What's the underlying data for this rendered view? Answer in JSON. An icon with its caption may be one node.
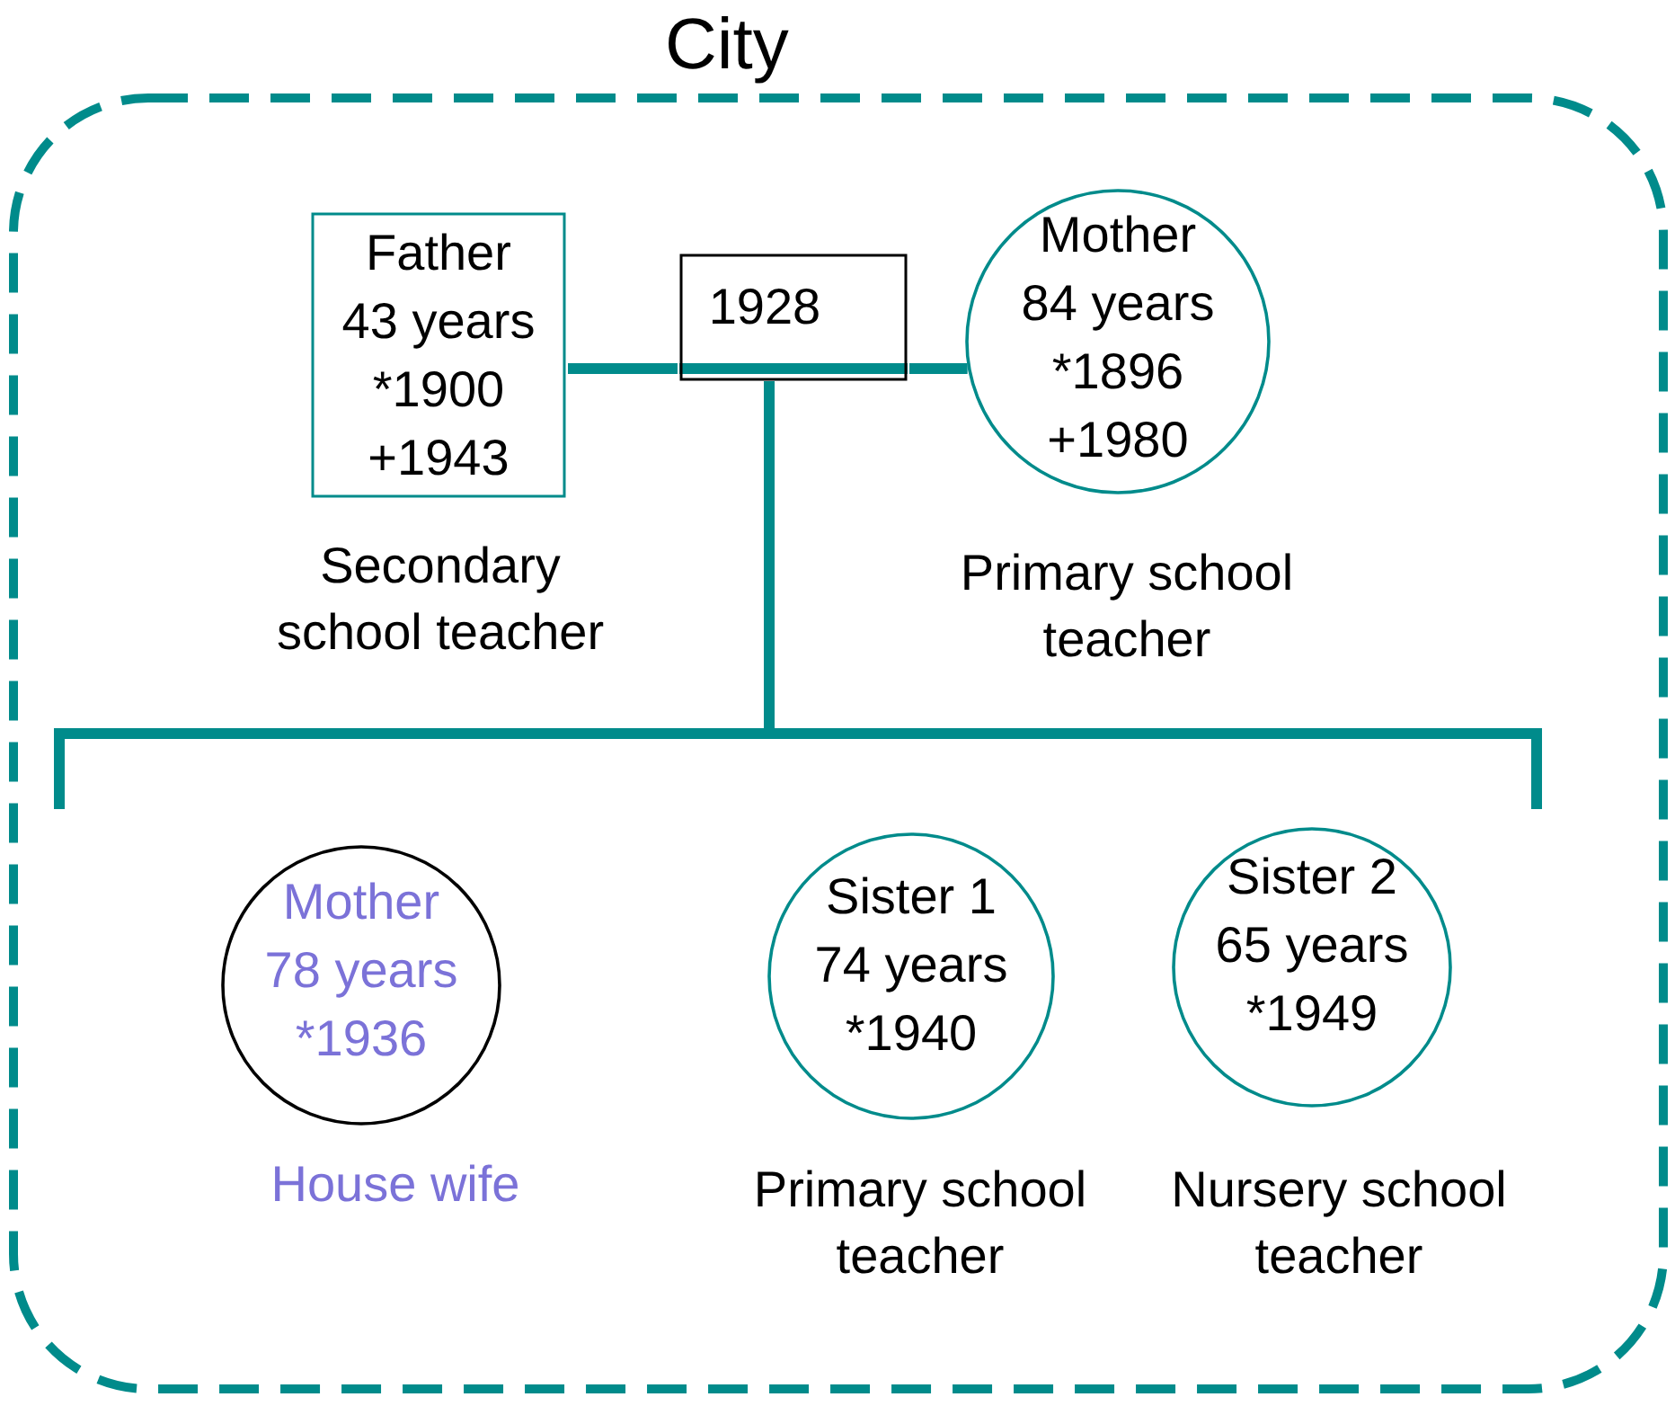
{
  "diagram": {
    "nodes": [
      {
        "text": [
          "City"
        ]
      },
      {
        "text": [
          "Father",
          "43 years",
          "*1900",
          "+1943"
        ],
        "beside": [
          "Secondary school teacher"
        ],
        "in": 0
      },
      {
        "text": [
          "1928"
        ],
        "in": 0
      },
      {
        "text": [
          "Mother",
          "84 years",
          "*1896",
          "+1980"
        ],
        "beside": [
          "Primary school teacher"
        ],
        "in": 0
      },
      {
        "text": [
          "Mother",
          "78 years",
          "*1936"
        ],
        "beside": [
          "House wife"
        ],
        "in": 0
      },
      {
        "text": [
          "Sister 1",
          "74 years",
          "*1940"
        ],
        "beside": [
          "Primary school teacher"
        ],
        "in": 0
      },
      {
        "text": [
          "Sister 2",
          "65 years",
          "*1949"
        ],
        "beside": [
          "Nursery school teacher"
        ],
        "in": 0
      }
    ],
    "edges": [
      {
        "from": 1,
        "to": 2,
        "arrow": "none"
      },
      {
        "from": 2,
        "to": 3,
        "arrow": "none"
      },
      {
        "from": 2,
        "to": null,
        "arrow": "none"
      }
    ]
  }
}
